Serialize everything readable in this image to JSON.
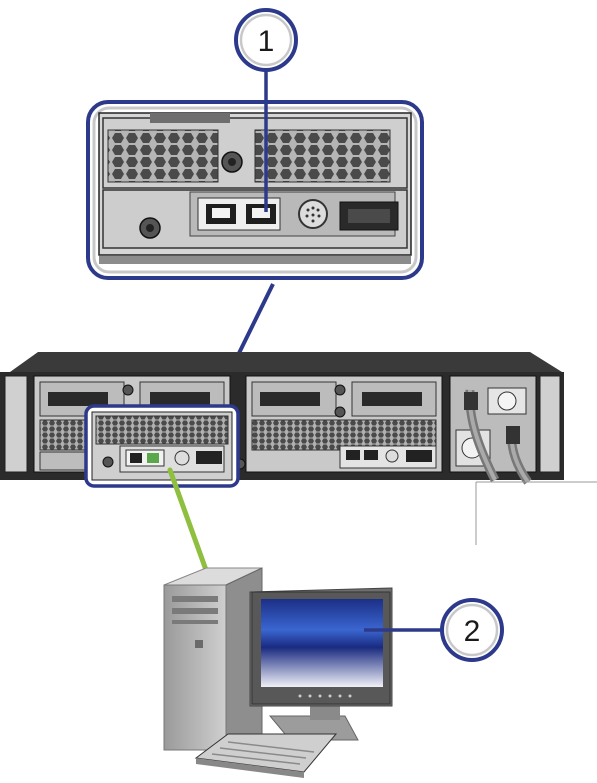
{
  "callouts": [
    {
      "id": "1",
      "label": "1",
      "target": "ethernet-port"
    },
    {
      "id": "2",
      "label": "2",
      "target": "monitor-screen"
    }
  ],
  "colors": {
    "callout_ring": "#2d3a8c",
    "cable": "#8fbf3f",
    "chassis": "#2b2b2b",
    "panel": "#d9d9d9",
    "screen_top": "#2a4bb5",
    "screen_bottom": "#e6e6f5"
  },
  "icons": [
    "server-chassis-icon",
    "ethernet-port-icon",
    "serial-port-icon",
    "desktop-tower-icon",
    "monitor-icon",
    "keyboard-icon",
    "power-cable-icon"
  ]
}
